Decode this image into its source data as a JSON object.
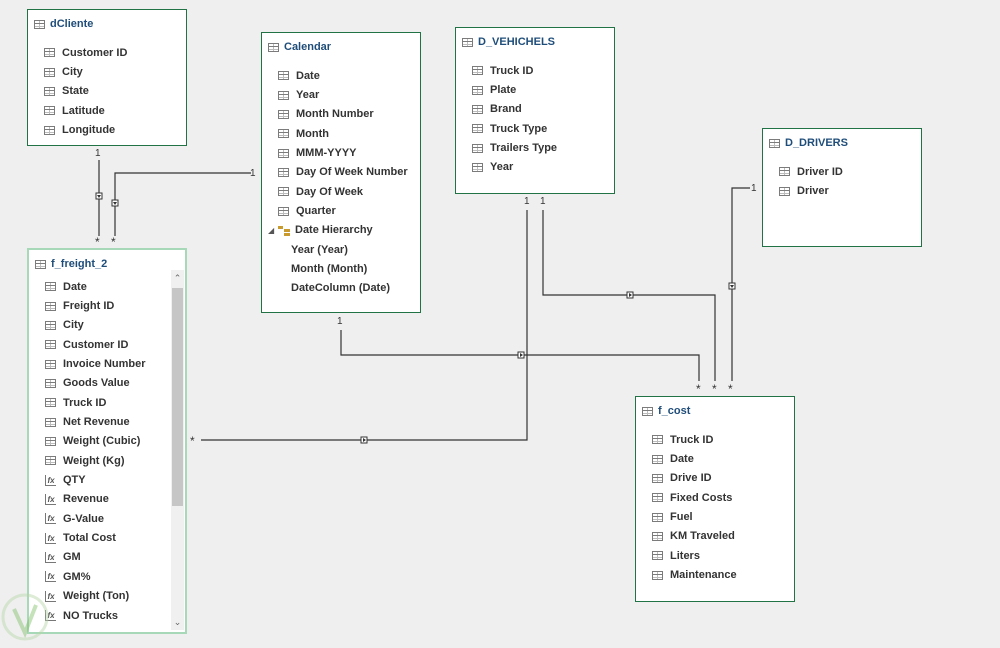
{
  "tables": {
    "dcliente": {
      "title": "dCliente",
      "fields": [
        "Customer ID",
        "City",
        "State",
        "Latitude",
        "Longitude"
      ]
    },
    "calendar": {
      "title": "Calendar",
      "fields": [
        "Date",
        "Year",
        "Month Number",
        "Month",
        "MMM-YYYY",
        "Day Of Week Number",
        "Day Of Week",
        "Quarter"
      ],
      "hierarchy": {
        "name": "Date Hierarchy",
        "levels": [
          "Year (Year)",
          "Month (Month)",
          "DateColumn (Date)"
        ]
      }
    },
    "d_vehichels": {
      "title": "D_VEHICHELS",
      "fields": [
        "Truck ID",
        "Plate",
        "Brand",
        "Truck Type",
        "Trailers Type",
        "Year"
      ]
    },
    "d_drivers": {
      "title": "D_DRIVERS",
      "fields": [
        "Driver ID",
        "Driver"
      ]
    },
    "f_freight_2": {
      "title": "f_freight_2",
      "fields": [
        "Date",
        "Freight ID",
        "City",
        "Customer ID",
        "Invoice Number",
        "Goods Value",
        "Truck ID",
        "Net Revenue",
        "Weight (Cubic)",
        "Weight (Kg)"
      ],
      "measures": [
        "QTY",
        "Revenue",
        "G-Value",
        "Total Cost",
        "GM",
        "GM%",
        "Weight (Ton)",
        "NO Trucks"
      ]
    },
    "f_cost": {
      "title": "f_cost",
      "fields": [
        "Truck ID",
        "Date",
        "Drive ID",
        "Fixed Costs",
        "Fuel",
        "KM Traveled",
        "Liters",
        "Maintenance"
      ]
    }
  },
  "cardinality": {
    "one": "1",
    "many": "*"
  },
  "icons": {
    "table": "table-icon",
    "measure": "measure-icon",
    "hierarchy": "hierarchy-icon",
    "expand": "expand-triangle-icon"
  },
  "colors": {
    "table_border": "#217346",
    "selected_border": "#a7d8b8",
    "background": "#efefef",
    "line": "#333333"
  }
}
